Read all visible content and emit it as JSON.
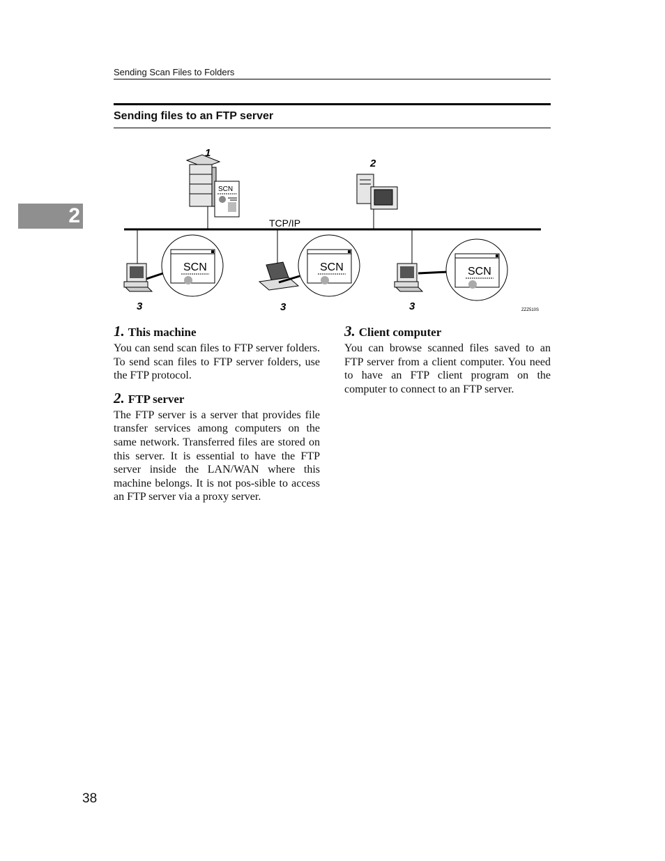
{
  "header": {
    "running_title": "Sending Scan Files to Folders"
  },
  "chapter_tab": {
    "number": "2"
  },
  "section": {
    "title": "Sending files to an FTP server"
  },
  "diagram": {
    "network_label": "TCP/IP",
    "doc_label": "SCN",
    "callout_1": "1",
    "callout_2": "2",
    "callout_3": "3",
    "figure_code": "ZZZ510S"
  },
  "items": [
    {
      "num": "1.",
      "title": "This machine",
      "body": "You can send scan files to FTP server folders. To send scan files to FTP server folders, use the FTP protocol."
    },
    {
      "num": "2.",
      "title": "FTP server",
      "body": "The FTP server is a server that provides file transfer services among computers on the same network. Transferred files are stored on this server. It is essential to have the FTP server inside the LAN/WAN where this machine belongs. It is not pos-sible to access an FTP server via a proxy server."
    },
    {
      "num": "3.",
      "title": "Client computer",
      "body": "You can browse scanned files saved to an FTP server from a client computer. You need to have an FTP client program on the computer to connect to an FTP server."
    }
  ],
  "footer": {
    "page_number": "38"
  }
}
